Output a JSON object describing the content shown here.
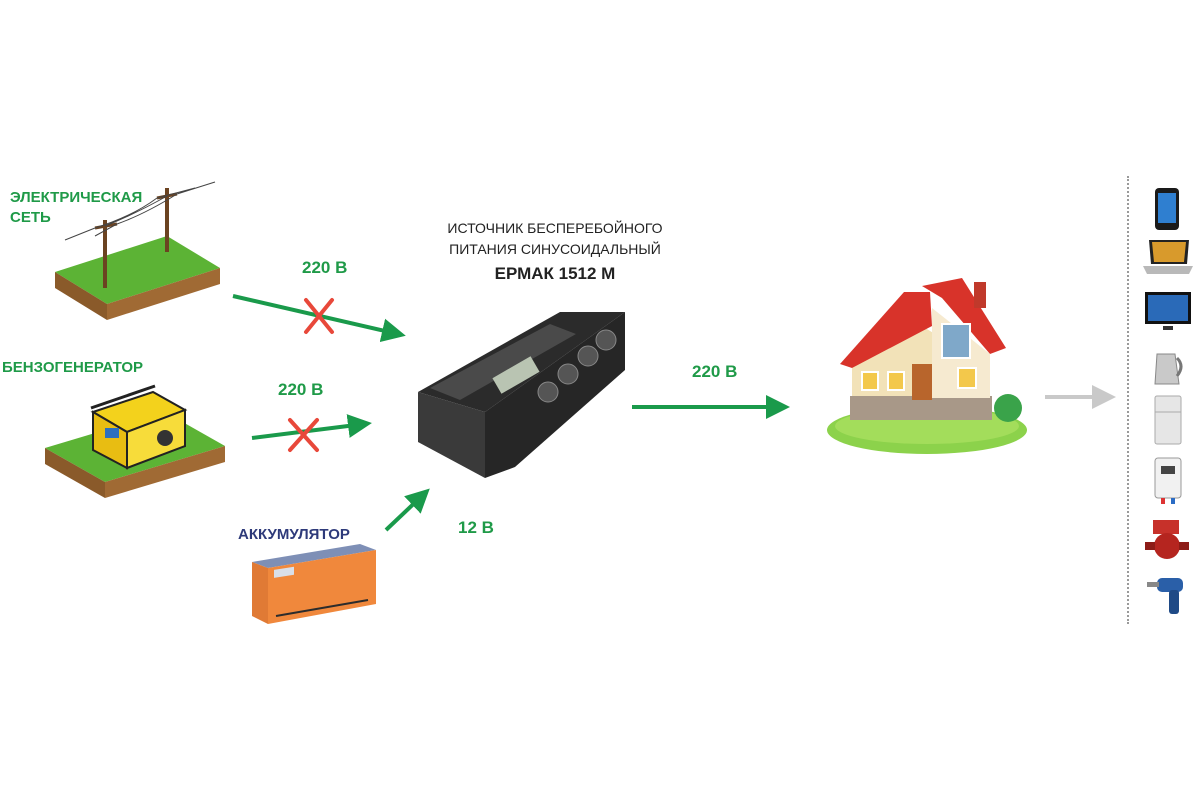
{
  "sources": {
    "grid": {
      "label_line1": "ЭЛЕКТРИЧЕСКАЯ",
      "label_line2": "СЕТЬ",
      "voltage": "220 В",
      "connected": false
    },
    "generator": {
      "label": "БЕНЗОГЕНЕРАТОР",
      "voltage": "220 В",
      "connected": false
    },
    "battery": {
      "label": "АККУМУЛЯТОР",
      "voltage": "12 В",
      "connected": true
    }
  },
  "device": {
    "title_line1": "ИСТОЧНИК БЕСПЕРЕБОЙНОГО",
    "title_line2": "ПИТАНИЯ СИНУСОИДАЛЬНЫЙ",
    "model": "ЕРМАК 1512 М"
  },
  "output": {
    "voltage": "220 В"
  },
  "appliances": [
    "phone-icon",
    "laptop-icon",
    "tv-icon",
    "kettle-icon",
    "fridge-icon",
    "boiler-icon",
    "circulation-pump-icon",
    "drill-icon"
  ],
  "colors": {
    "arrow_active": "#1a9a4b",
    "cross": "#e8483a",
    "arrow_out": "#c9c9c9",
    "grass": "#5cb335"
  }
}
